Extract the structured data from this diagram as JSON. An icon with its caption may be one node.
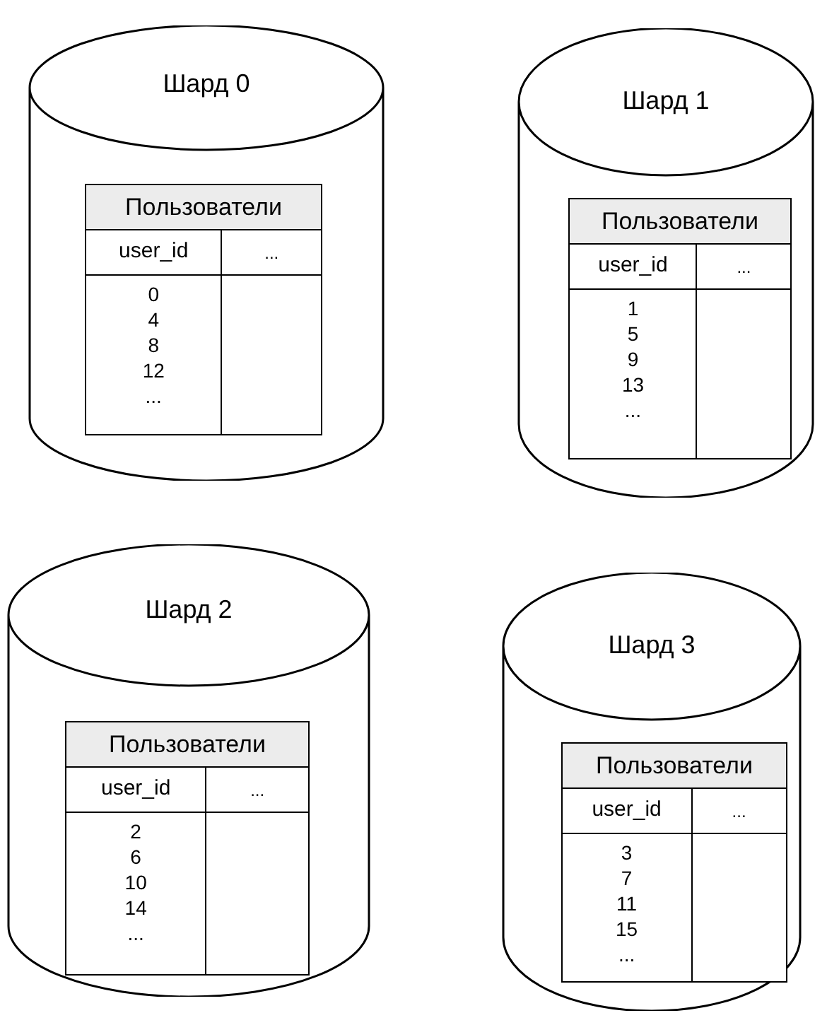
{
  "diagram": {
    "nodes": [
      {
        "text": [
          "Шард 0"
        ]
      },
      {
        "text": [
          "Пользователи",
          "user_id",
          "...",
          "0 4 8 12 ..."
        ],
        "in": 0
      },
      {
        "text": [
          "Шард 1"
        ]
      },
      {
        "text": [
          "Пользователи",
          "user_id",
          "...",
          "1 5 9 13 ..."
        ],
        "in": 2
      },
      {
        "text": [
          "Шард 2"
        ]
      },
      {
        "text": [
          "Пользователи",
          "user_id",
          "...",
          "2 6 10 14 ..."
        ],
        "in": 4
      },
      {
        "text": [
          "Шард 3"
        ]
      },
      {
        "text": [
          "Пользователи",
          "user_id",
          "...",
          "3 7 11 15 ..."
        ],
        "in": 6
      }
    ]
  }
}
